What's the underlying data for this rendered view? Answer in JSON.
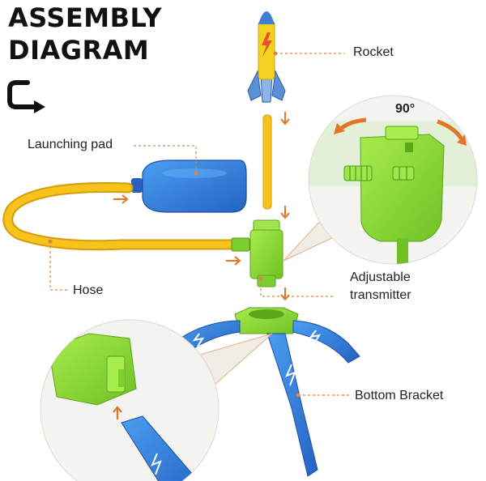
{
  "title": {
    "line1": "ASSEMBLY",
    "line2": "DIAGRAM"
  },
  "labels": {
    "rocket": "Rocket",
    "angle": "90°",
    "launching_pad": "Launching pad",
    "hose": "Hose",
    "transmitter_line1": "Adjustable",
    "transmitter_line2": "transmitter",
    "bottom_bracket": "Bottom Bracket"
  },
  "colors": {
    "rocket_body": "#f2d21f",
    "rocket_nose": "#3f7fd6",
    "hose": "#f6c21b",
    "launch_pad": "#2f6fd3",
    "transmitter": "#8fdc3a",
    "bracket": "#3c86dd",
    "arrow": "#e0762b",
    "callout_bg": "#f3f3ef"
  },
  "icons": [
    "rotate-arrow-icon",
    "lightning-bolt-icon"
  ]
}
